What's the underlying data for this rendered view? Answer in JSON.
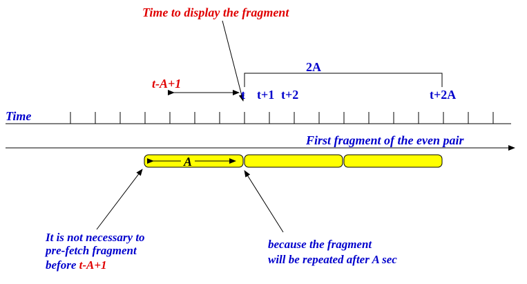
{
  "header": {
    "title": "Time to display the fragment"
  },
  "interval": {
    "label": "t-A+1"
  },
  "bracket": {
    "label": "2A"
  },
  "time_ticks": {
    "t": "t",
    "t1": "t+1",
    "t2": "t+2",
    "t2a": "t+2A"
  },
  "time_axis": {
    "label": "Time"
  },
  "fragment_axis": {
    "label": "First fragment of the even pair"
  },
  "fragments": {
    "first_label": "A"
  },
  "notes": {
    "left": {
      "line1": "It is not necessary to",
      "line2": "pre-fetch fragment",
      "line3_prefix": "before ",
      "line3_highlight": "t-A+1"
    },
    "right": {
      "line1": "because the fragment",
      "line2": "will be repeated after A sec"
    }
  },
  "colors": {
    "red_text": "#e00000",
    "blue_text": "#0000cc",
    "fragment_fill": "#ffff00",
    "line": "#000000"
  }
}
